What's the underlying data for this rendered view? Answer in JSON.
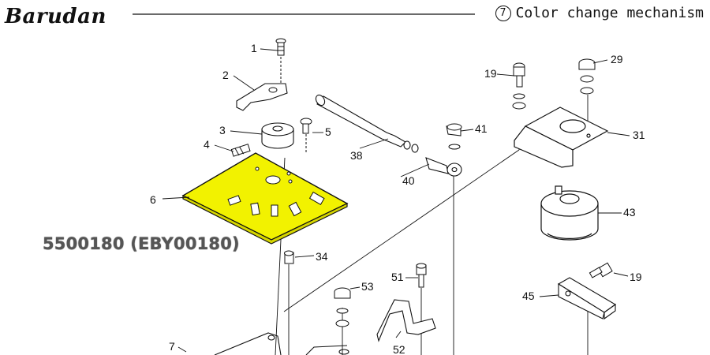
{
  "brand": "Barudan",
  "section": {
    "number": "7",
    "title": "Color change mechanism"
  },
  "highlight": {
    "part_number": "5500180 (EBY00180)",
    "callout": "6",
    "color": "#f2f200"
  },
  "callouts": [
    "1",
    "2",
    "3",
    "4",
    "5",
    "6",
    "7",
    "19",
    "19",
    "29",
    "31",
    "34",
    "38",
    "40",
    "41",
    "43",
    "45",
    "51",
    "52",
    "53"
  ]
}
